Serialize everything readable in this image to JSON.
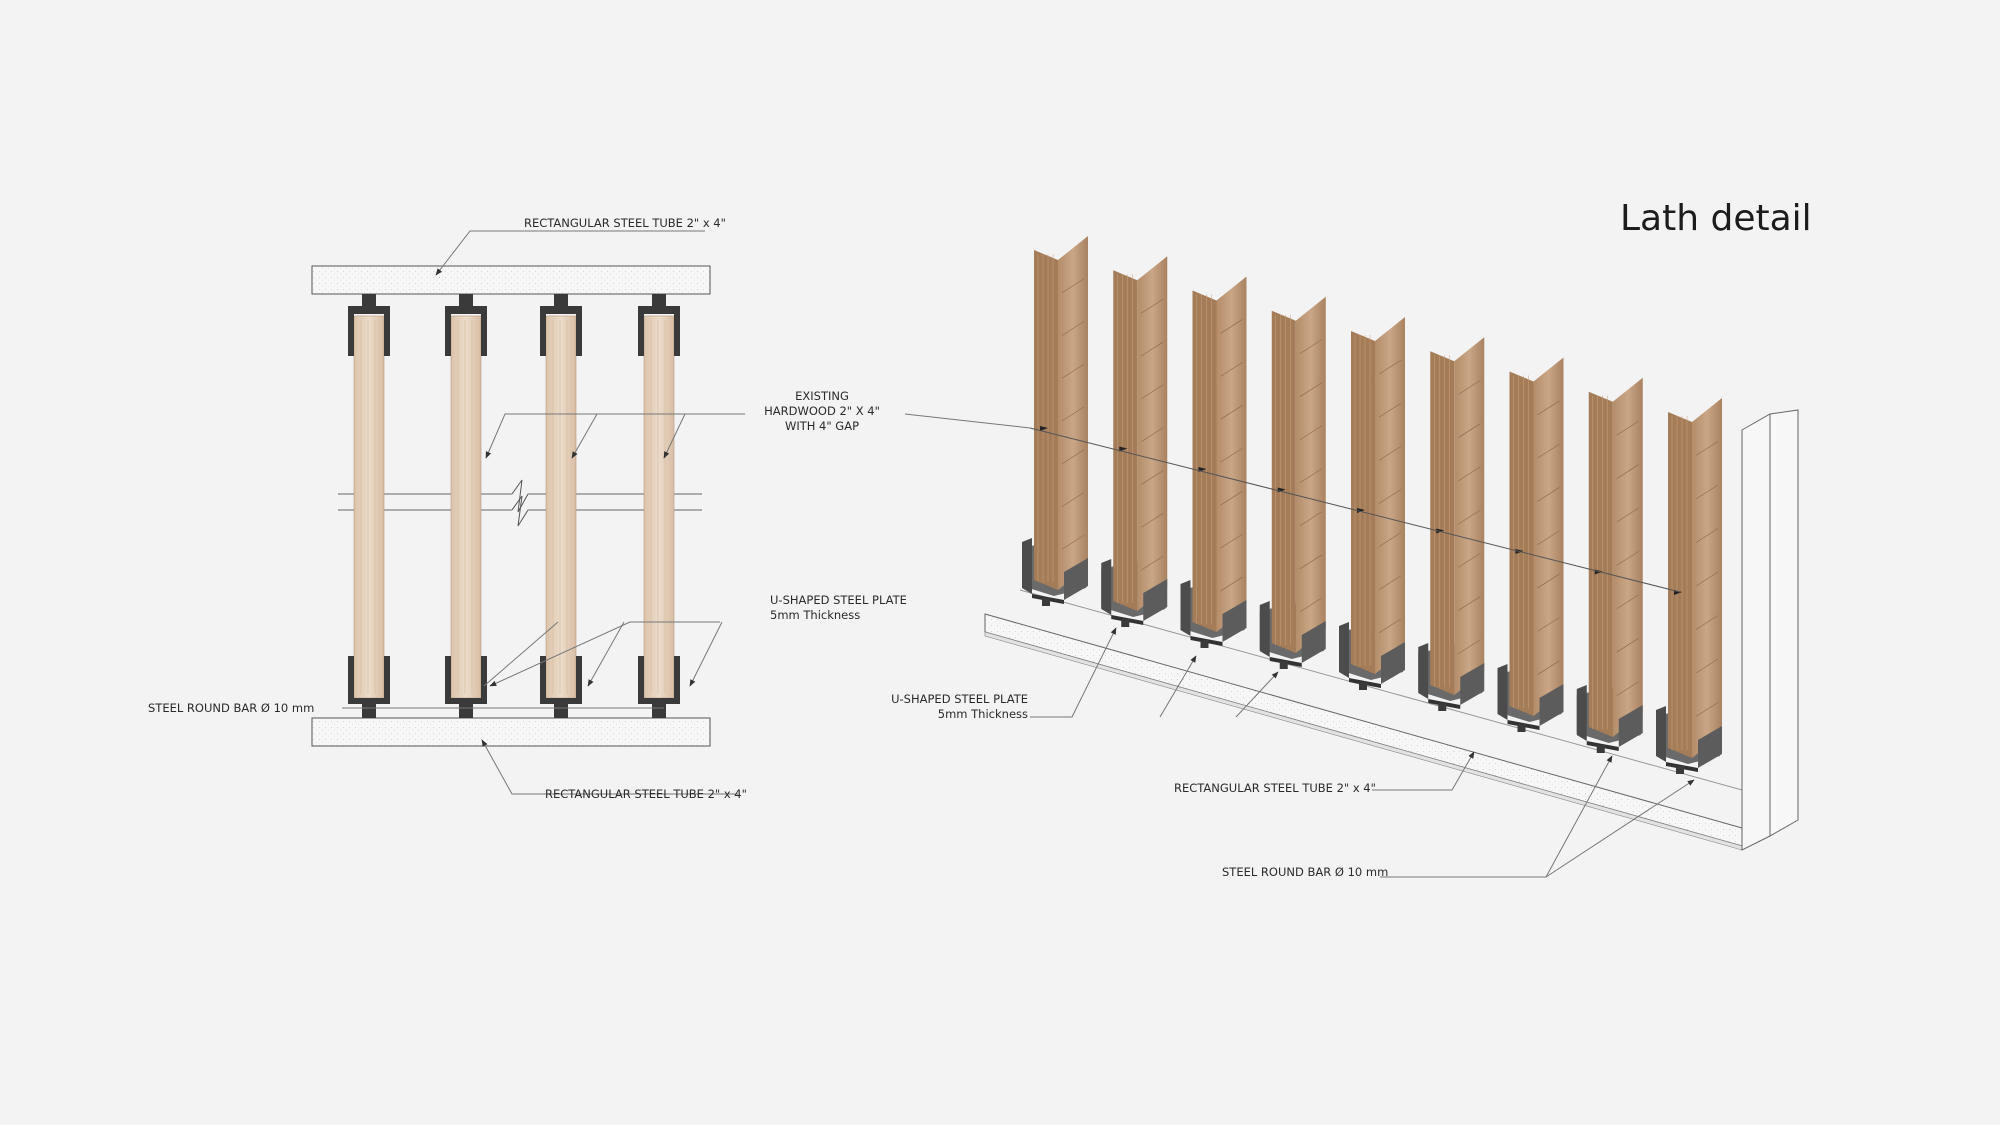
{
  "title": "Lath detail",
  "labels": {
    "tube_top": "RECTANGULAR STEEL TUBE 2\" x 4\"",
    "hardwood_1": "EXISTING",
    "hardwood_2": "HARDWOOD 2\" X 4\"",
    "hardwood_3": "WITH 4\" GAP",
    "uplate_left_1": "U-SHAPED STEEL PLATE",
    "uplate_left_2": "5mm  Thickness",
    "roundbar_left": "STEEL ROUND BAR Ø 10 mm",
    "tube_bottom": "RECTANGULAR STEEL TUBE 2\" x 4\"",
    "uplate_right_1": "U-SHAPED STEEL PLATE",
    "uplate_right_2": "5mm  Thickness",
    "tube_right": "RECTANGULAR STEEL TUBE 2\" x 4\"",
    "roundbar_right": "STEEL ROUND BAR Ø 10 mm"
  },
  "colors": {
    "background": "#f3f3f3",
    "steel": "#3c3c3c",
    "steel_iso": "#5a5a5a",
    "wood_light": "#e6d2bd",
    "wood_iso": "#c9a685",
    "leader": "#777777"
  }
}
